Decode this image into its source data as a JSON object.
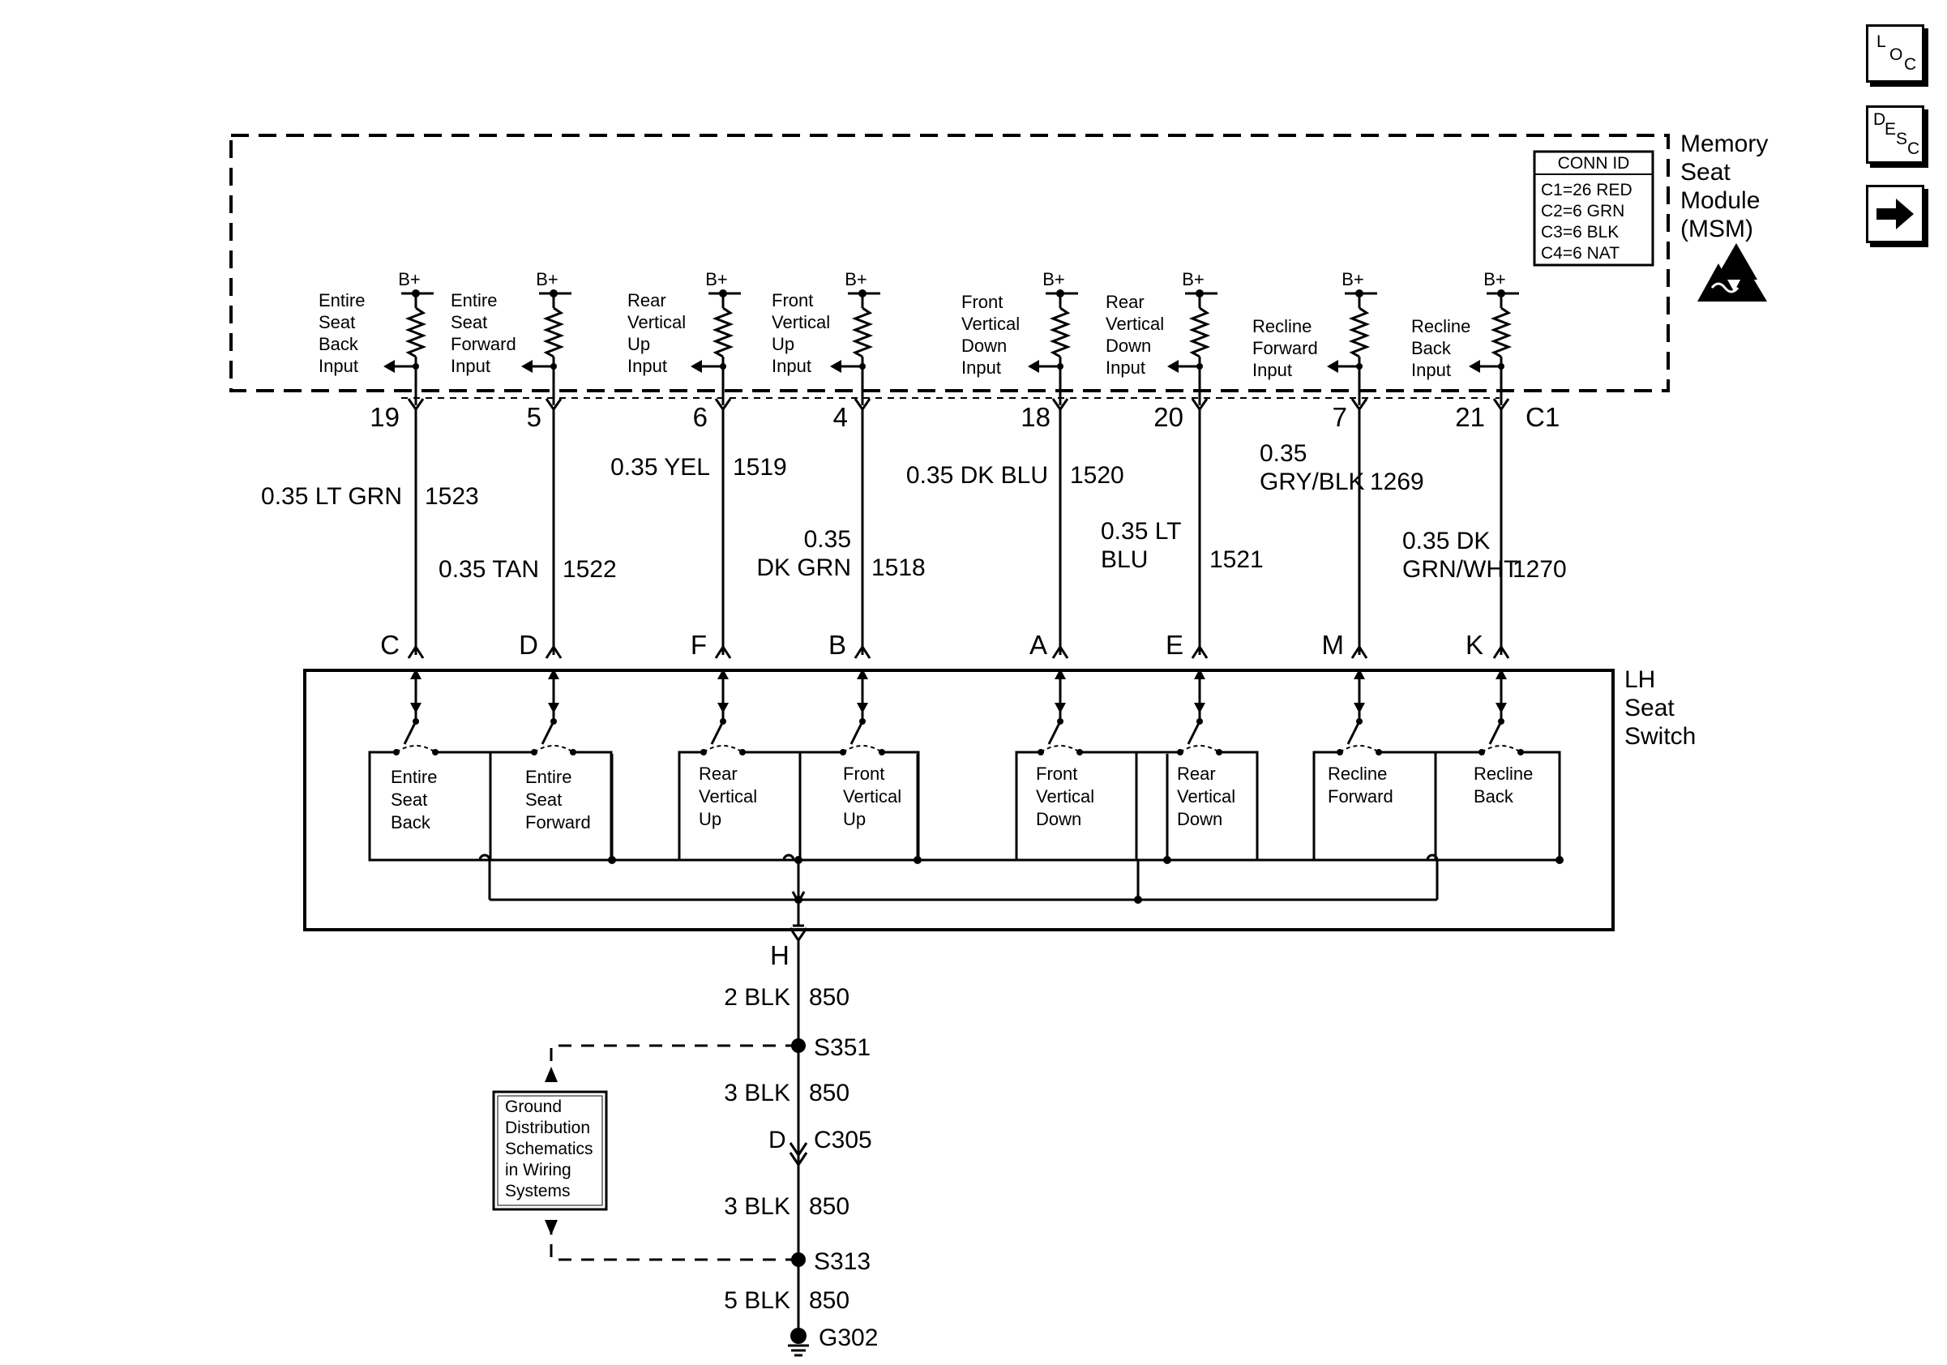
{
  "module": {
    "title_lines": [
      "Memory",
      "Seat",
      "Module",
      "(MSM)"
    ],
    "conn_id": {
      "header": "CONN ID",
      "rows": [
        "C1=26 RED",
        "C2=6  GRN",
        "C3=6  BLK",
        "C4=6  NAT"
      ]
    },
    "connector_label": "C1",
    "supply_label": "B+"
  },
  "switch_title_lines": [
    "LH",
    "Seat",
    "Switch"
  ],
  "circuits": [
    {
      "input_lines": [
        "Entire",
        "Seat",
        "Back",
        "Input"
      ],
      "msm_pin": "19",
      "wire": "0.35 LT GRN",
      "circuit": "1523",
      "switch_pin": "C",
      "switch_lines": [
        "Entire",
        "Seat",
        "Back"
      ]
    },
    {
      "input_lines": [
        "Entire",
        "Seat",
        "Forward",
        "Input"
      ],
      "msm_pin": "5",
      "wire": "0.35 TAN",
      "circuit": "1522",
      "switch_pin": "D",
      "switch_lines": [
        "Entire",
        "Seat",
        "Forward"
      ]
    },
    {
      "input_lines": [
        "Rear",
        "Vertical",
        "Up",
        "Input"
      ],
      "msm_pin": "6",
      "wire": "0.35 YEL",
      "circuit": "1519",
      "switch_pin": "F",
      "switch_lines": [
        "Rear",
        "Vertical",
        "Up"
      ]
    },
    {
      "input_lines": [
        "Front",
        "Vertical",
        "Up",
        "Input"
      ],
      "msm_pin": "4",
      "wire": "0.35 DK GRN",
      "circuit": "1518",
      "switch_pin": "B",
      "switch_lines": [
        "Front",
        "Vertical",
        "Up"
      ]
    },
    {
      "input_lines": [
        "Front",
        "Vertical",
        "Down",
        "Input"
      ],
      "msm_pin": "18",
      "wire": "0.35 DK BLU",
      "circuit": "1520",
      "switch_pin": "A",
      "switch_lines": [
        "Front",
        "Vertical",
        "Down"
      ]
    },
    {
      "input_lines": [
        "Rear",
        "Vertical",
        "Down",
        "Input"
      ],
      "msm_pin": "20",
      "wire": "0.35 LT BLU",
      "circuit": "1521",
      "switch_pin": "E",
      "switch_lines": [
        "Rear",
        "Vertical",
        "Down"
      ]
    },
    {
      "input_lines": [
        "Recline",
        "Forward",
        "Input"
      ],
      "msm_pin": "7",
      "wire": "0.35 GRY/BLK",
      "circuit": "1269",
      "switch_pin": "M",
      "switch_lines": [
        "Recline",
        "Forward"
      ]
    },
    {
      "input_lines": [
        "Recline",
        "Back",
        "Input"
      ],
      "msm_pin": "21",
      "wire": "0.35 DK GRN/WHT",
      "circuit": "1270",
      "switch_pin": "K",
      "switch_lines": [
        "Recline",
        "Back"
      ]
    }
  ],
  "ground_path": {
    "switch_pin": "H",
    "segments": [
      {
        "wire": "2 BLK",
        "circuit": "850"
      },
      {
        "wire": "3 BLK",
        "circuit": "850"
      },
      {
        "wire": "3 BLK",
        "circuit": "850"
      },
      {
        "wire": "5 BLK",
        "circuit": "850"
      }
    ],
    "splice_1": "S351",
    "splice_2": "S313",
    "connector_pin": "D",
    "connector": "C305",
    "ground": "G302",
    "reference_lines": [
      "Ground",
      "Distribution",
      "Schematics",
      "in Wiring",
      "Systems"
    ]
  },
  "nav": {
    "loc": [
      "L",
      "O",
      "C"
    ],
    "desc": [
      "D",
      "E",
      "S",
      "C"
    ],
    "next_icon": "arrow-right-icon"
  }
}
